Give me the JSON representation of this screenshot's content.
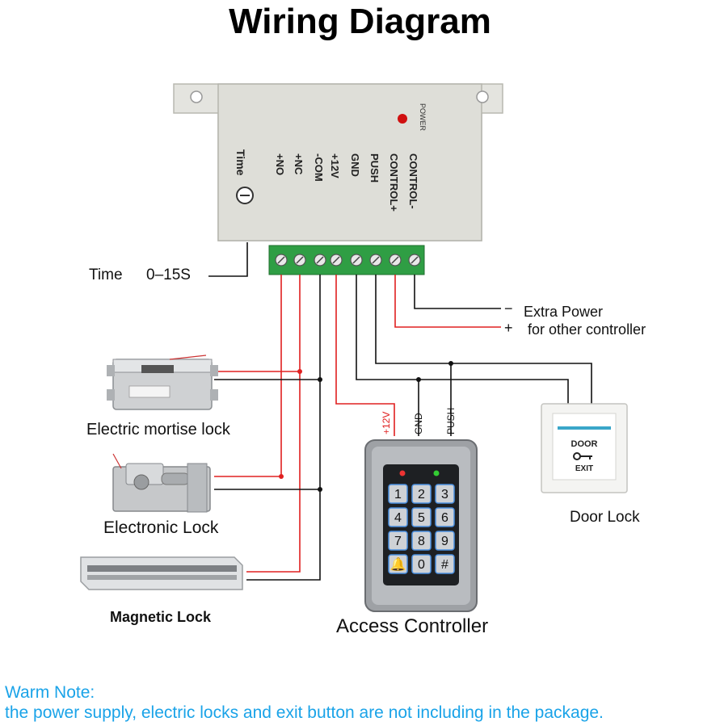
{
  "title": "Wiring Diagram",
  "module": {
    "power_label": "POWER",
    "time_label": "Time",
    "terminals": [
      "+NO",
      "+NC",
      "-COM",
      "+12V",
      "GND",
      "PUSH",
      "CONTROL+",
      "CONTROL-"
    ]
  },
  "time_callout": {
    "label": "Time",
    "range": "0–15S"
  },
  "extra_power": {
    "minus": "−",
    "plus": "+",
    "line1": "Extra Power",
    "line2": "for other controller"
  },
  "devices": {
    "mortise_lock": "Electric mortise lock",
    "electronic_lock": "Electronic Lock",
    "magnetic_lock": "Magnetic Lock",
    "door_lock": "Door Lock",
    "access_controller": "Access Controller"
  },
  "controller_wires": {
    "v12": "+12V",
    "gnd": "GND",
    "push": "PUSH"
  },
  "exit_button": {
    "top": "DOOR",
    "bottom": "EXIT"
  },
  "keypad": {
    "keys": [
      "1",
      "2",
      "3",
      "4",
      "5",
      "6",
      "7",
      "8",
      "9",
      "🔔",
      "0",
      "#"
    ]
  },
  "note": {
    "heading": "Warm Note:",
    "text": "the power supply, electric locks and exit button are not including in the package."
  },
  "colors": {
    "red_wire": "#e02020",
    "black_wire": "#111111",
    "note": "#1aa3e8",
    "terminal_green": "#2f9e44"
  }
}
